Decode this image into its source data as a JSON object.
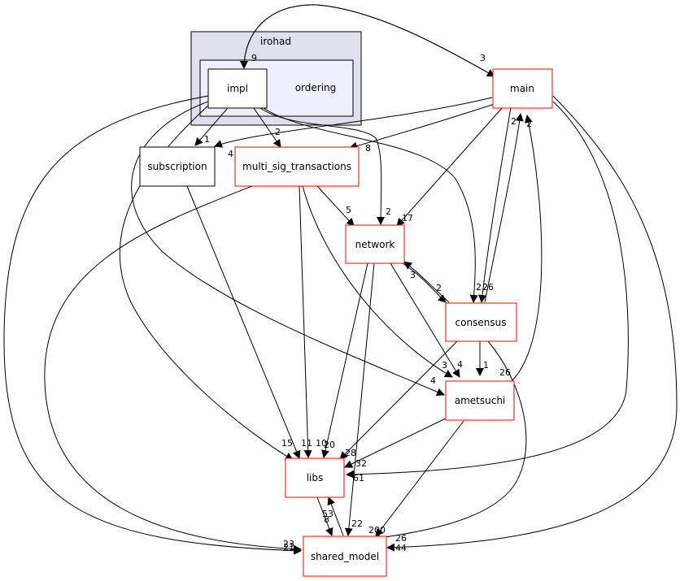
{
  "clusters": {
    "outer": {
      "title": "irohad"
    },
    "ordering": {
      "label": "ordering"
    }
  },
  "nodes": {
    "impl": "impl",
    "main": "main",
    "subscription": "subscription",
    "multi_sig": "multi_sig_transactions",
    "network": "network",
    "consensus": "consensus",
    "ametsuchi": "ametsuchi",
    "libs": "libs",
    "shared_model": "shared_model"
  },
  "edge_labels": {
    "impl_main_head": "9",
    "main_impl_head": "3",
    "impl_subscription": "1",
    "impl_multisig": "2",
    "main_subscription": "4",
    "main_multisig": "8",
    "impl_network": "2",
    "multisig_network": "5",
    "main_network": "17",
    "network_consensus_a": "3",
    "network_consensus_b": "2",
    "consensus_main_a": "2",
    "consensus_main_b": "2",
    "main_consensus": "2",
    "impl_consensus": "26",
    "network_ametsuchi": "4",
    "consensus_ametsuchi_a": "3",
    "consensus_ametsuchi_b": "1",
    "impl_ametsuchi": "4",
    "main_ametsuchi": "26",
    "impl_libs": "15",
    "multisig_libs": "11",
    "network_libs": "10",
    "subscription_libs": "20",
    "consensus_libs": "28",
    "ametsuchi_libs": "32",
    "main_libs": "61",
    "shared_libs": "8",
    "libs_shared": "53",
    "network_shared": "22",
    "consensus_shared": "200",
    "ametsuchi_shared": "26",
    "main_shared": "44",
    "impl_shared": "23",
    "multisig_shared": "21"
  },
  "colors": {
    "node_border_red": "#ff0000",
    "node_border_black": "#000000",
    "cluster_outer_fill": "#dfdfee",
    "cluster_inner_fill": "#eeeeff",
    "edge": "#000000"
  }
}
